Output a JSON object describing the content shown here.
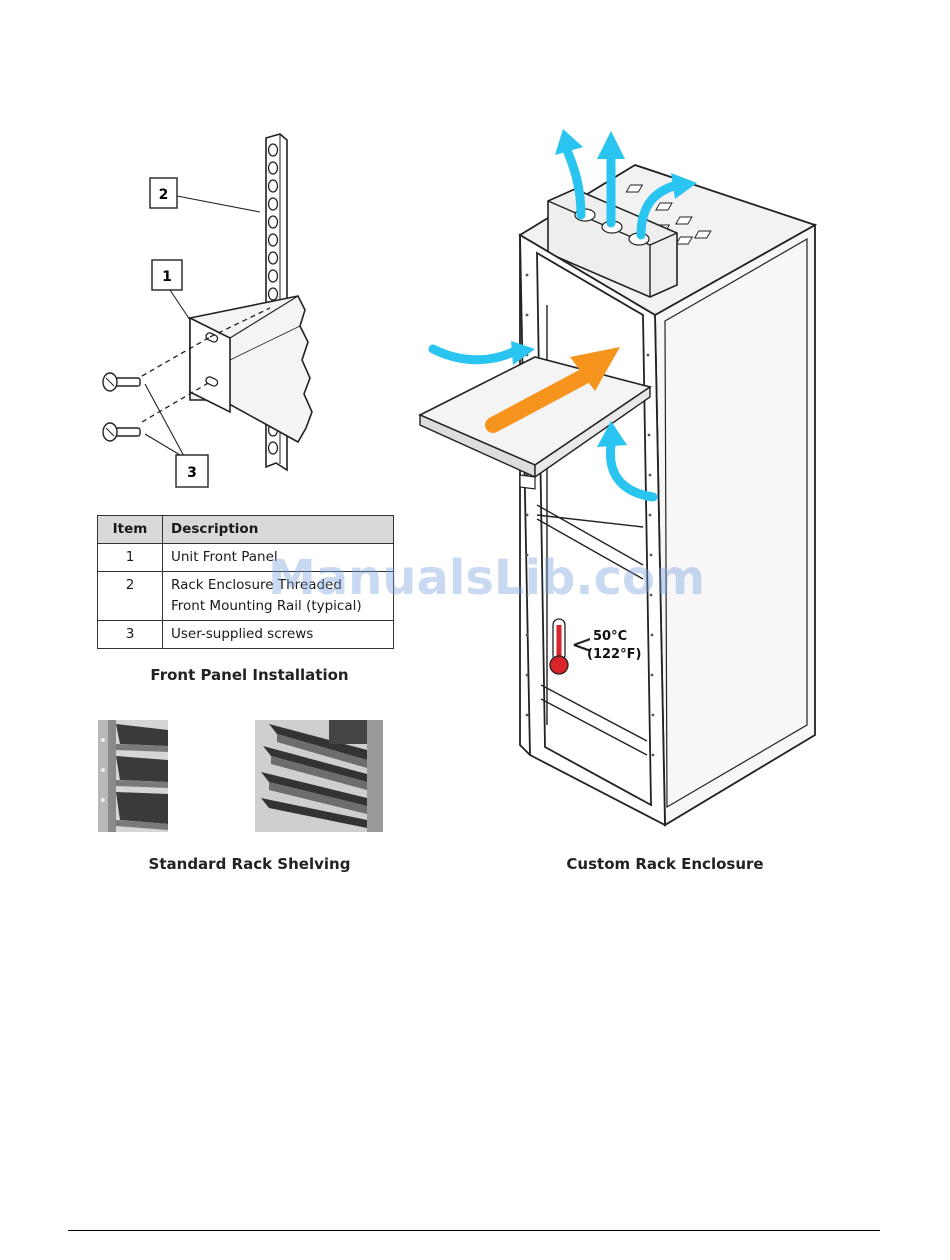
{
  "front_panel_figure": {
    "callouts": [
      "2",
      "1",
      "3"
    ]
  },
  "table": {
    "headers": {
      "item": "Item",
      "description": "Description"
    },
    "rows": [
      {
        "item": "1",
        "description": "Unit Front Panel"
      },
      {
        "item": "2",
        "description": "Rack Enclosure Threaded\nFront Mounting Rail (typical)"
      },
      {
        "item": "3",
        "description": "User-supplied screws"
      }
    ]
  },
  "captions": {
    "front_panel": "Front Panel Installation",
    "shelving": "Standard Rack Shelving",
    "custom": "Custom Rack Enclosure"
  },
  "rack_figure": {
    "temperature_line1": "50°C",
    "temperature_line2": "(122°F)",
    "less_than": "<"
  },
  "watermark": "ManualsLib.com",
  "colors": {
    "airflow_blue": "#29c4f0",
    "airflow_orange": "#f7941d",
    "thermometer_red": "#d9252a"
  }
}
